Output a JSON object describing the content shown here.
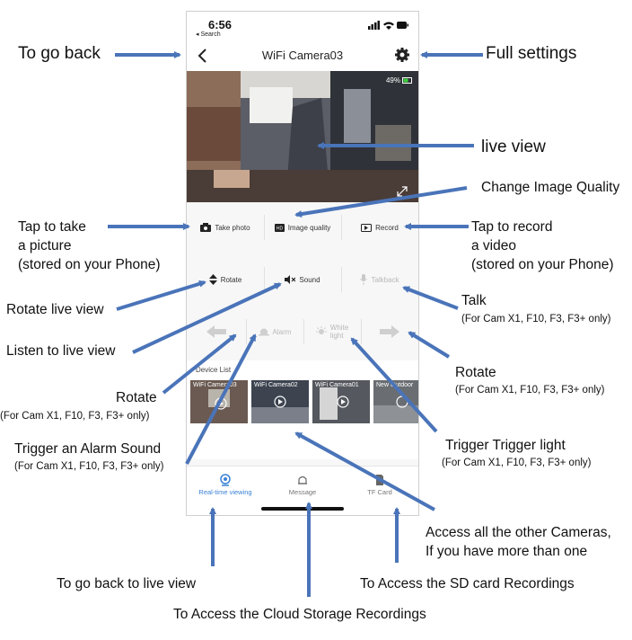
{
  "status": {
    "time": "6:56",
    "back_app": "◂ Search"
  },
  "nav": {
    "title": "WiFi Camera03"
  },
  "live": {
    "battery": "49%"
  },
  "controls": {
    "take_photo": "Take photo",
    "image_quality": "Image quality",
    "record": "Record",
    "rotate": "Rotate",
    "sound": "Sound",
    "talkback": "Talkback",
    "alarm": "Alarm",
    "white_light": "White\nlight"
  },
  "device_list": {
    "label": "Device List",
    "items": [
      "WiFi Camera03",
      "WiFi Camera02",
      "WiFi Camera01",
      "New Outdoor"
    ]
  },
  "tabs": {
    "realtime": "Real-time viewing",
    "message": "Message",
    "tfcard": "TF Card"
  },
  "colors": {
    "accent": "#3b82d6",
    "arrow": "#4a74b9"
  },
  "annotations": {
    "go_back": "To go back",
    "full_settings": "Full settings",
    "live_view": "live view",
    "change_quality": "Change Image Quality",
    "take_picture_1": "Tap to take",
    "take_picture_2": "a picture",
    "take_picture_3": "(stored on your Phone)",
    "record_1": "Tap to record",
    "record_2": "a video",
    "record_3": "(stored on your Phone)",
    "rotate_live": "Rotate live view",
    "talk": "Talk",
    "talk_note": "(For Cam X1, F10, F3, F3+ only)",
    "listen": "Listen to live view",
    "rotate_left": "Rotate",
    "rotate_left_note": "(For Cam X1, F10, F3, F3+ only)",
    "rotate_right": "Rotate",
    "rotate_right_note": "(For Cam X1, F10, F3, F3+ only)",
    "alarm": "Trigger an Alarm Sound",
    "alarm_note": "(For Cam X1, F10, F3, F3+ only)",
    "light": "Trigger Trigger light",
    "light_note": "(For Cam X1, F10, F3, F3+  only)",
    "other_cams_1": "Access all the other Cameras,",
    "other_cams_2": "If you have more than one",
    "back_live": "To go back to live view",
    "sd_card": "To Access the SD card Recordings",
    "cloud": "To Access the Cloud Storage Recordings"
  }
}
